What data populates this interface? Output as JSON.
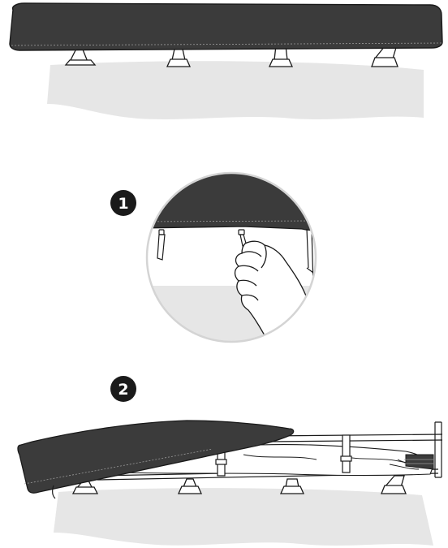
{
  "steps": {
    "step1": {
      "label": "1"
    },
    "step2": {
      "label": "2"
    }
  },
  "colors": {
    "cover": "#3b3b3b",
    "cover_edge": "#1e1e1e",
    "floor": "#e6e6e6",
    "line": "#1a1a1a",
    "frame_fill": "#ffffff"
  },
  "illustrations": [
    "mattress-fully-covered",
    "hand-detaching-cover-clip",
    "cover-peeled-back-from-frame"
  ]
}
